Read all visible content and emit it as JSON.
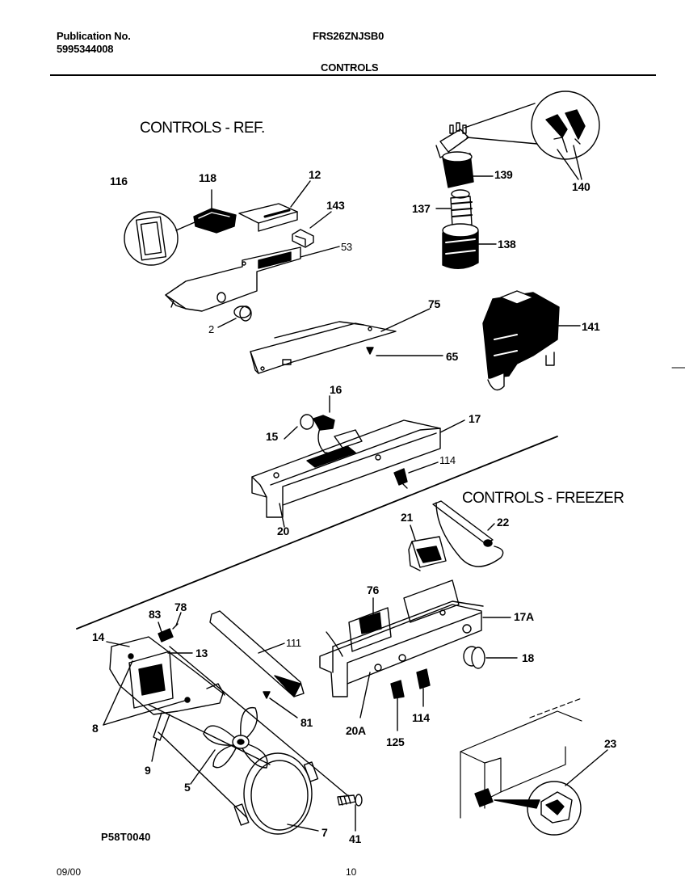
{
  "header": {
    "publication_label": "Publication No.",
    "publication_number": "5995344008",
    "model": "FRS26ZNJSB0",
    "section": "CONTROLS"
  },
  "sections": {
    "ref_title": "CONTROLS - REF.",
    "freezer_title": "CONTROLS - FREEZER"
  },
  "callouts": {
    "c116": "116",
    "c118": "118",
    "c12": "12",
    "c143": "143",
    "c53": "53",
    "c2": "2",
    "c75": "75",
    "c65": "65",
    "c139": "139",
    "c140": "140",
    "c137": "137",
    "c138": "138",
    "c141": "141",
    "c16": "16",
    "c15": "15",
    "c17": "17",
    "c114a": "114",
    "c20": "20",
    "c21": "21",
    "c22": "22",
    "c76": "76",
    "c17a": "17A",
    "c18": "18",
    "c20a": "20A",
    "c125": "125",
    "c114b": "114",
    "c83": "83",
    "c78": "78",
    "c14": "14",
    "c13": "13",
    "c111": "111",
    "c81": "81",
    "c8": "8",
    "c9": "9",
    "c5": "5",
    "c7": "7",
    "c41": "41",
    "c23": "23"
  },
  "footer": {
    "drawing_code": "P58T0040",
    "date": "09/00",
    "page": "10"
  }
}
